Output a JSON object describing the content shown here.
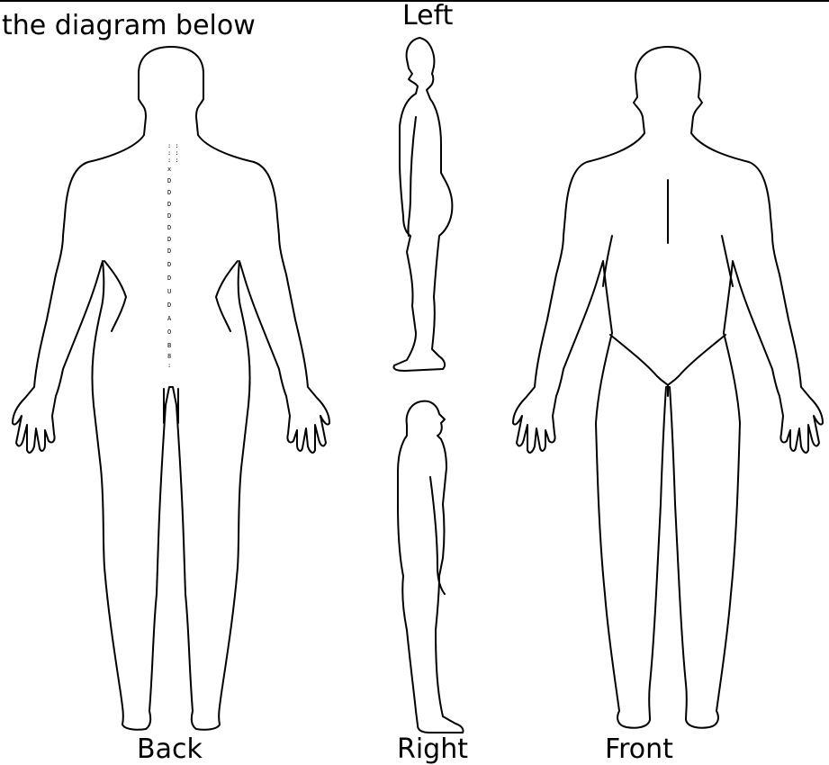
{
  "instruction": "the diagram below",
  "views": {
    "left": "Left",
    "back": "Back",
    "right": "Right",
    "front": "Front"
  }
}
